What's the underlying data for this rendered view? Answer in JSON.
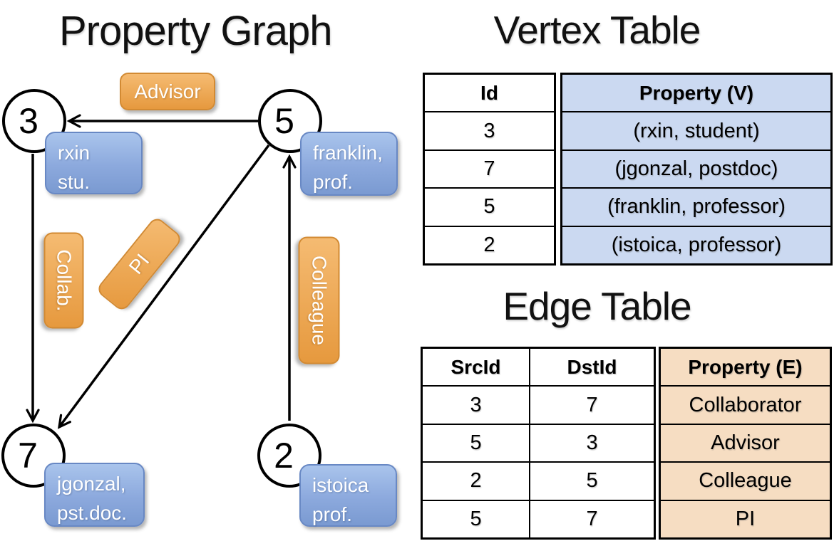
{
  "titles": {
    "graph": "Property Graph",
    "vertex_table": "Vertex Table",
    "edge_table": "Edge Table"
  },
  "graph": {
    "nodes": [
      {
        "id": "3",
        "prop1": "rxin",
        "prop2": "stu."
      },
      {
        "id": "5",
        "prop1": "franklin,",
        "prop2": "prof."
      },
      {
        "id": "7",
        "prop1": "jgonzal,",
        "prop2": "pst.doc."
      },
      {
        "id": "2",
        "prop1": "istoica",
        "prop2": "prof."
      }
    ],
    "edges": [
      {
        "label": "Advisor",
        "src": "5",
        "dst": "3"
      },
      {
        "label": "Collab.",
        "src": "3",
        "dst": "7"
      },
      {
        "label": "PI",
        "src": "5",
        "dst": "7"
      },
      {
        "label": "Colleague",
        "src": "2",
        "dst": "5"
      }
    ]
  },
  "vertex_table": {
    "columns": [
      "Id",
      "Property (V)"
    ],
    "rows": [
      [
        "3",
        "(rxin, student)"
      ],
      [
        "7",
        "(jgonzal, postdoc)"
      ],
      [
        "5",
        "(franklin, professor)"
      ],
      [
        "2",
        "(istoica, professor)"
      ]
    ]
  },
  "edge_table": {
    "columns": [
      "SrcId",
      "DstId",
      "Property (E)"
    ],
    "rows": [
      [
        "3",
        "7",
        "Collaborator"
      ],
      [
        "5",
        "3",
        "Advisor"
      ],
      [
        "2",
        "5",
        "Colleague"
      ],
      [
        "5",
        "7",
        "PI"
      ]
    ]
  },
  "colors": {
    "edge_label_top": "#F5BB72",
    "edge_label_bottom": "#E6993E",
    "edge_label_border": "#D28A33",
    "vertex_box_top": "#A9C4EC",
    "vertex_box_bottom": "#7A9AD1",
    "vertex_box_border": "#6888C4",
    "vertex_cell_fill": "#CBD9F1",
    "edge_cell_fill": "#F6DDC2",
    "line_color": "#000000",
    "text_on_boxes": "#FFFFFF"
  }
}
